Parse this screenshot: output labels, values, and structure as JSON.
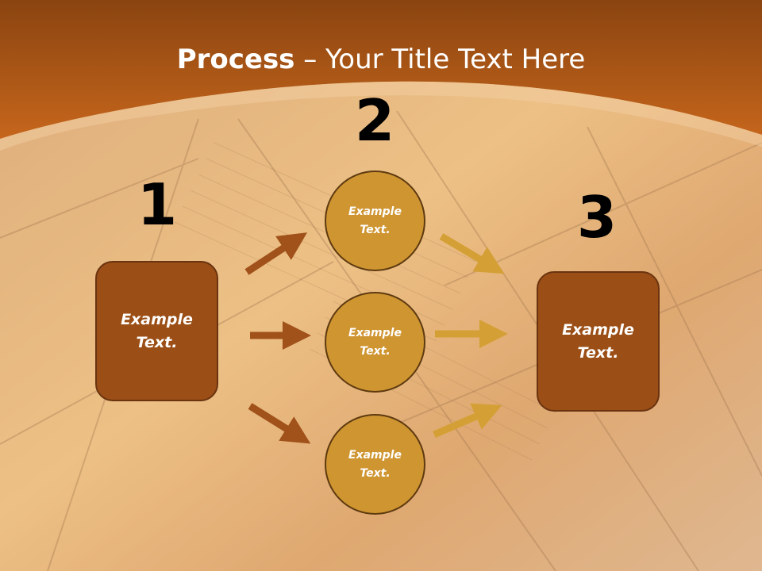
{
  "title": {
    "bold": "Process",
    "rest": " – Your Title Text Here"
  },
  "steps": [
    {
      "number": "1",
      "label": "Example Text."
    },
    {
      "number": "2",
      "label": ""
    },
    {
      "number": "3",
      "label": "Example Text."
    }
  ],
  "circles": [
    {
      "label": "Example Text."
    },
    {
      "label": "Example Text."
    },
    {
      "label": "Example Text."
    }
  ],
  "colors": {
    "banner": "#c0641a",
    "box": "#9b4e15",
    "circle": "#cf9531",
    "arrow_left": "#a0521a",
    "arrow_right": "#d4a035"
  }
}
